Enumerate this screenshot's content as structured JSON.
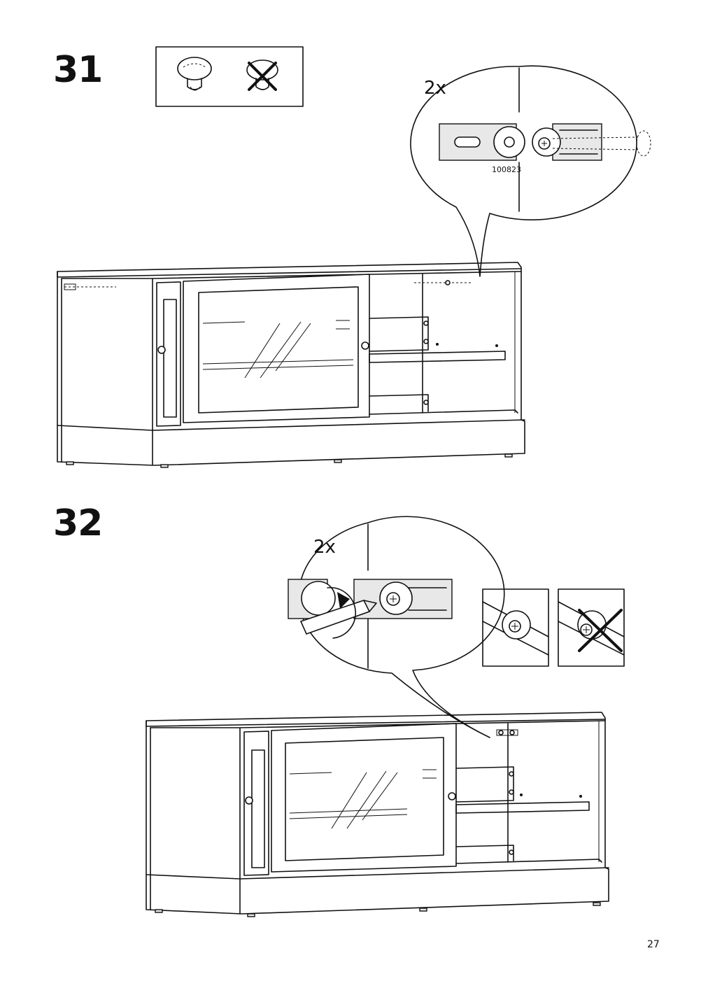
{
  "page": {
    "number": "27"
  },
  "steps": [
    {
      "number": "31",
      "quantity": "2x",
      "part_number": "100823"
    },
    {
      "number": "32",
      "quantity": "2x"
    }
  ],
  "icons": {
    "tool_ok": "hand-tightening-knob-icon",
    "tool_forbidden": "crossed-out-tool-icon",
    "screw_ok": "correctly-seated-screw-icon",
    "screw_wrong": "incorrectly-seated-screw-icon"
  }
}
